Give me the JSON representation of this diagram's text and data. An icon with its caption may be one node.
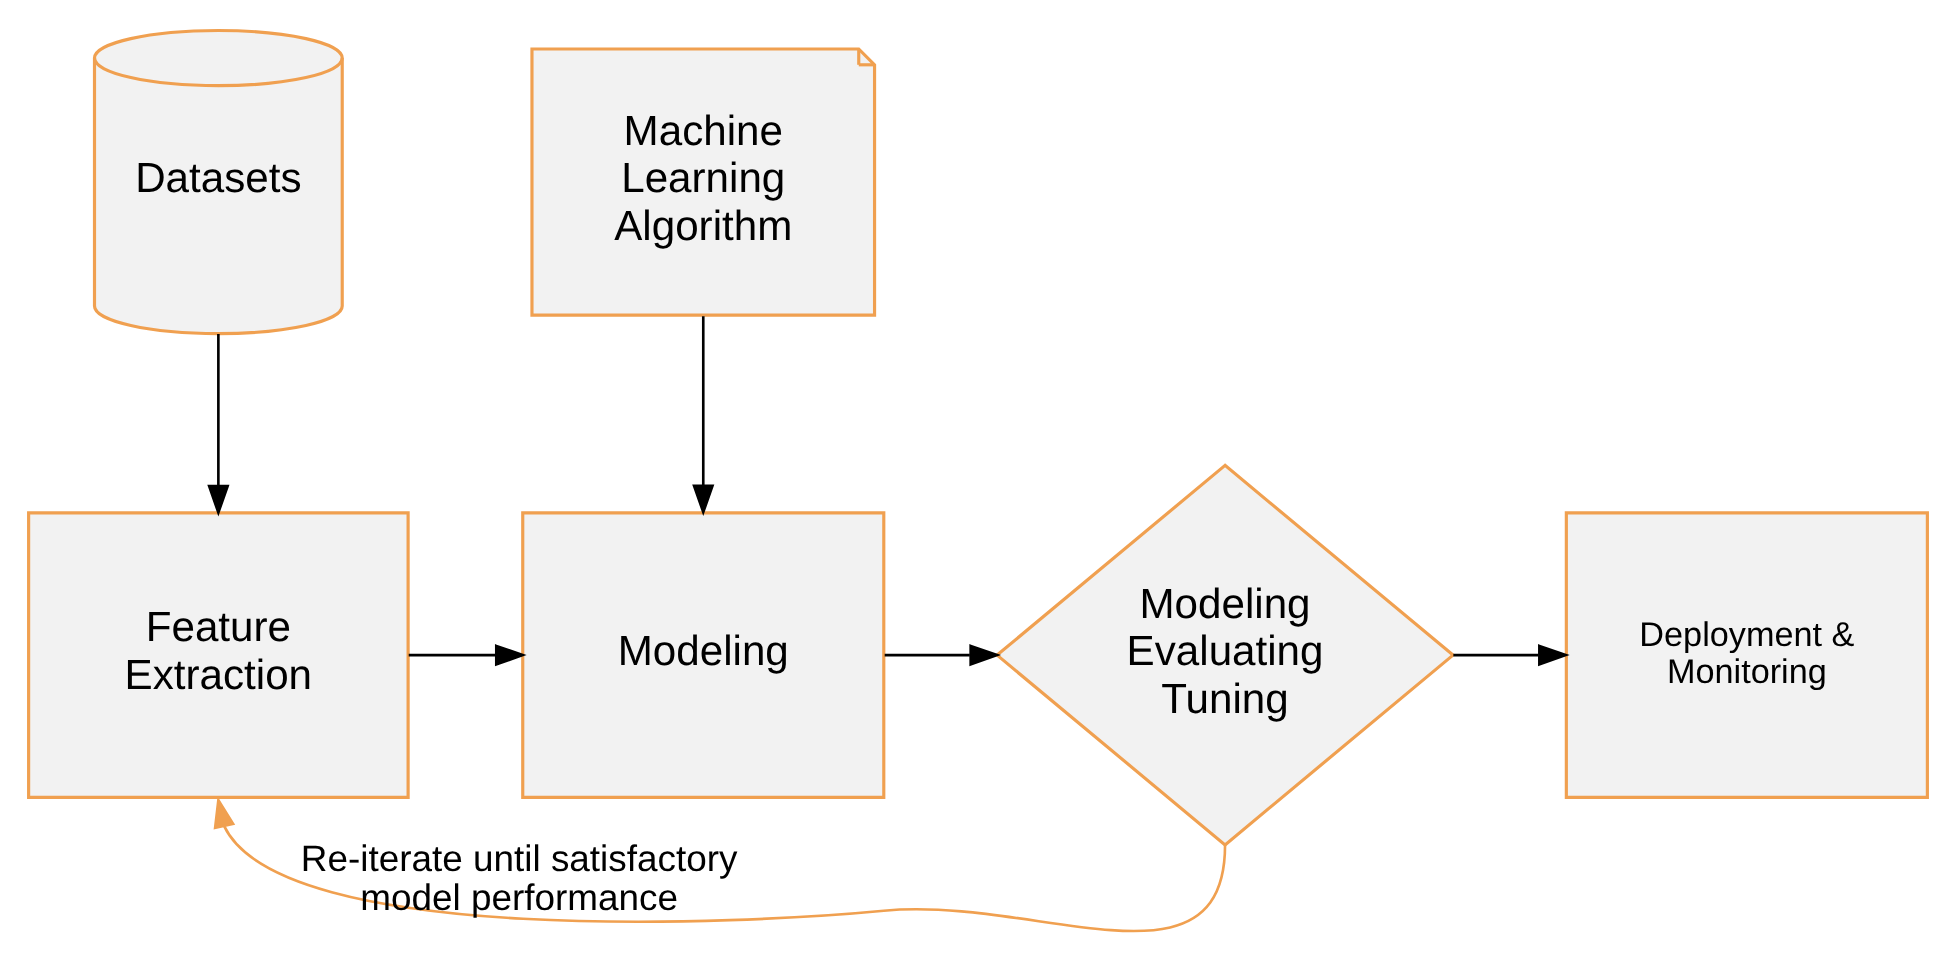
{
  "diagram": {
    "nodes": [
      {
        "text": [
          "Datasets"
        ]
      },
      {
        "text": [
          "Machine Learning Algorithm"
        ]
      },
      {
        "text": [
          "Feature Extraction"
        ]
      },
      {
        "text": [
          "Modeling"
        ]
      },
      {
        "text": [
          "Modeling Evaluating Tuning"
        ]
      },
      {
        "text": [
          "Deployment & Monitoring"
        ]
      }
    ],
    "edges": [
      {
        "from": 0,
        "to": 2,
        "arrow": "to"
      },
      {
        "from": 1,
        "to": 3,
        "arrow": "to"
      },
      {
        "from": 2,
        "to": 3,
        "arrow": "to"
      },
      {
        "from": 3,
        "to": 4,
        "arrow": "to"
      },
      {
        "from": 4,
        "to": 5,
        "arrow": "to"
      },
      {
        "from": 4,
        "to": 2,
        "arrow": "to",
        "label": "Re-iterate until satisfactory model performance",
        "color": "#f0a050"
      }
    ]
  }
}
